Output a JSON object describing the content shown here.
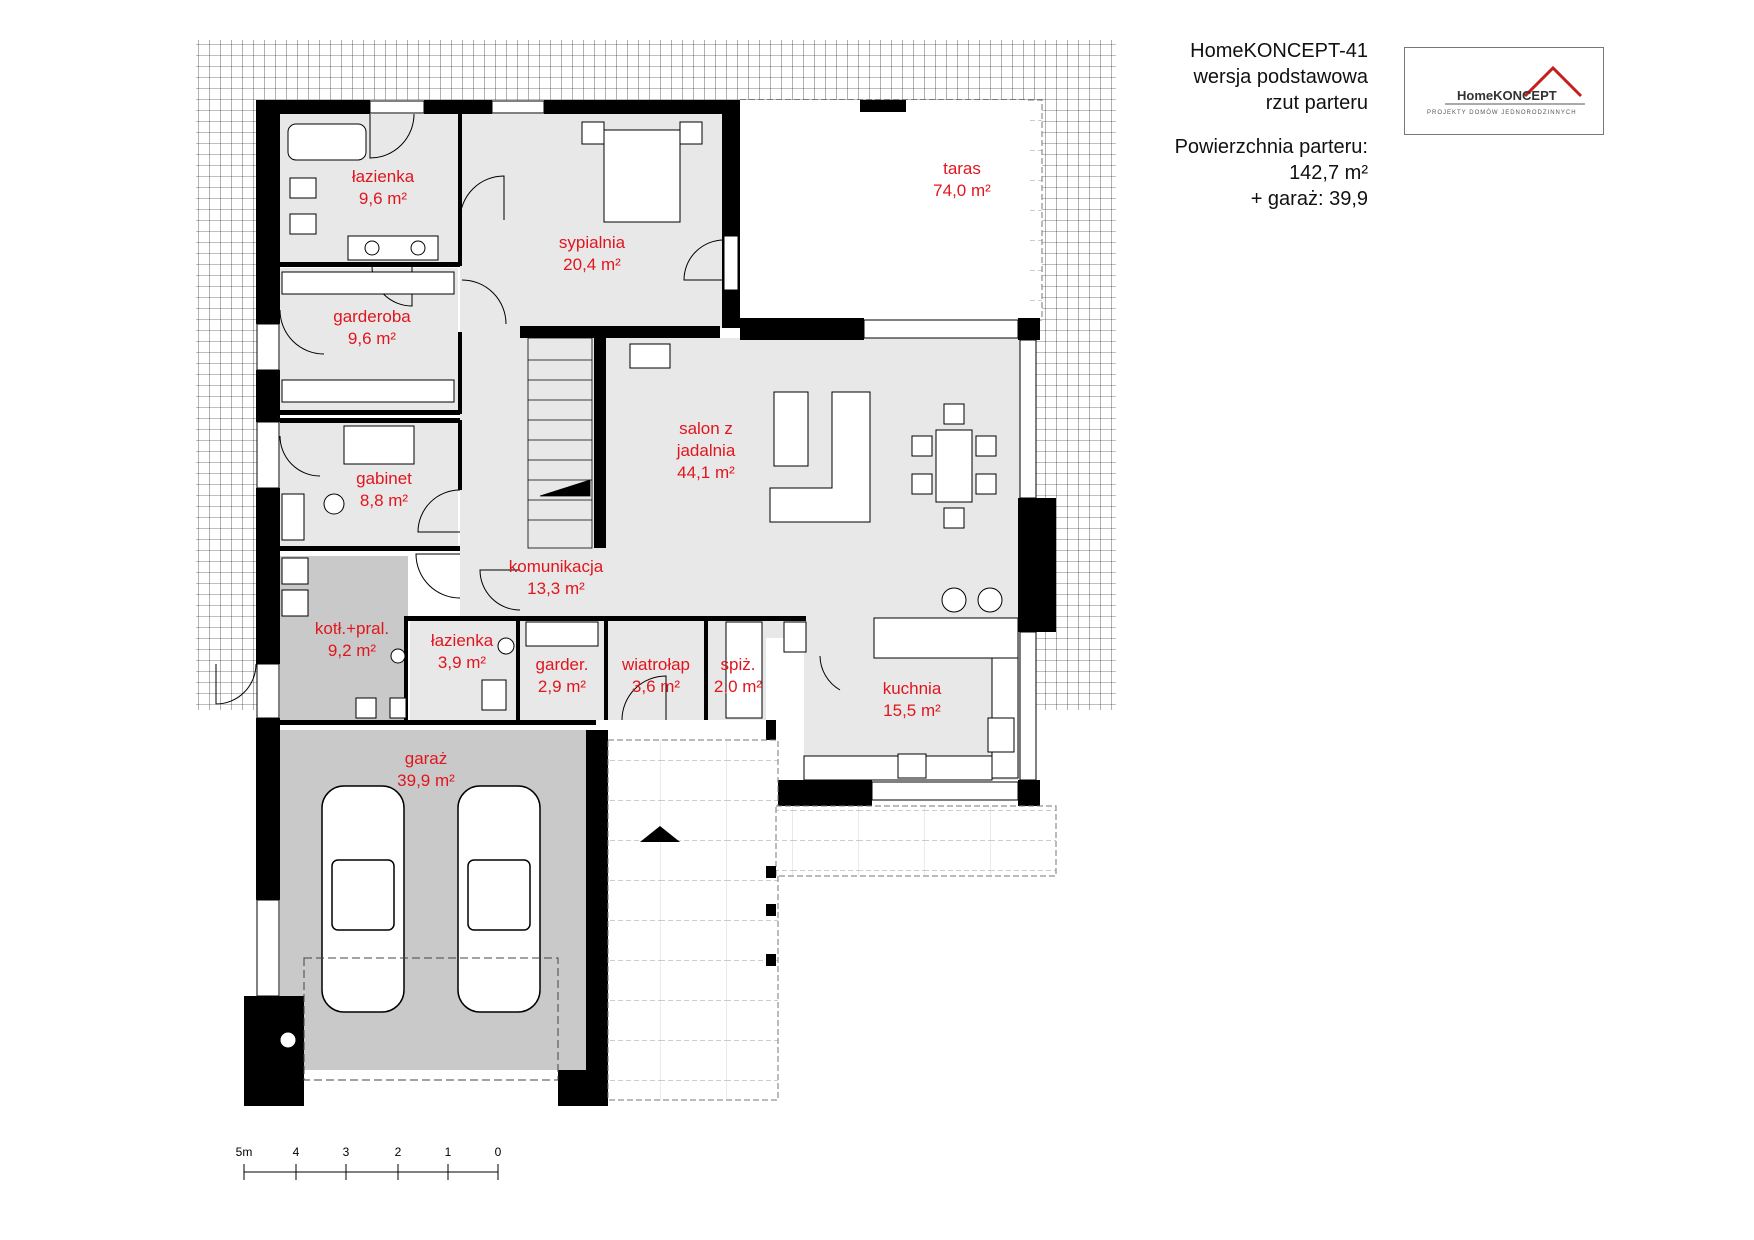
{
  "header": {
    "project": "HomeKONCEPT-41",
    "version": "wersja podstawowa",
    "plan_name": "rzut parteru",
    "area_label": "Powierzchnia parteru:",
    "area_value": "142,7 m²",
    "garage_area": "+ garaż: 39,9"
  },
  "logo": {
    "brand": "HomeKONCEPT",
    "tagline": "PROJEKTY DOMÓW JEDNORODZINNYCH"
  },
  "rooms": [
    {
      "id": "lazienka-1",
      "name": "łazienka",
      "area": "9,6 m²"
    },
    {
      "id": "sypialnia",
      "name": "sypialnia",
      "area": "20,4 m²"
    },
    {
      "id": "garderoba",
      "name": "garderoba",
      "area": "9,6 m²"
    },
    {
      "id": "gabinet",
      "name": "gabinet",
      "area": "8,8 m²"
    },
    {
      "id": "salon",
      "name": "salon z",
      "name2": "jadalnia",
      "area": "44,1 m²"
    },
    {
      "id": "komunikacja",
      "name": "komunikacja",
      "area": "13,3 m²"
    },
    {
      "id": "kotlownia",
      "name": "kotł.+pral.",
      "area": "9,2 m²"
    },
    {
      "id": "lazienka-2",
      "name": "łazienka",
      "area": "3,9 m²"
    },
    {
      "id": "garderoba-2",
      "name": "garder.",
      "area": "2,9 m²"
    },
    {
      "id": "wiatrolap",
      "name": "wiatrołap",
      "area": "3,6 m²"
    },
    {
      "id": "spizarnia",
      "name": "spiż.",
      "area": "2,0 m²"
    },
    {
      "id": "kuchnia",
      "name": "kuchnia",
      "area": "15,5 m²"
    },
    {
      "id": "taras",
      "name": "taras",
      "area": "74,0 m²"
    },
    {
      "id": "garaz",
      "name": "garaż",
      "area": "39,9 m²"
    }
  ],
  "scale": {
    "ticks": [
      "0",
      "1",
      "2",
      "3",
      "4",
      "5m"
    ]
  },
  "colors": {
    "wall": "#000000",
    "room_fill": "#e8e8e8",
    "garage_fill": "#c9c9c9",
    "label": "#e0161e"
  }
}
